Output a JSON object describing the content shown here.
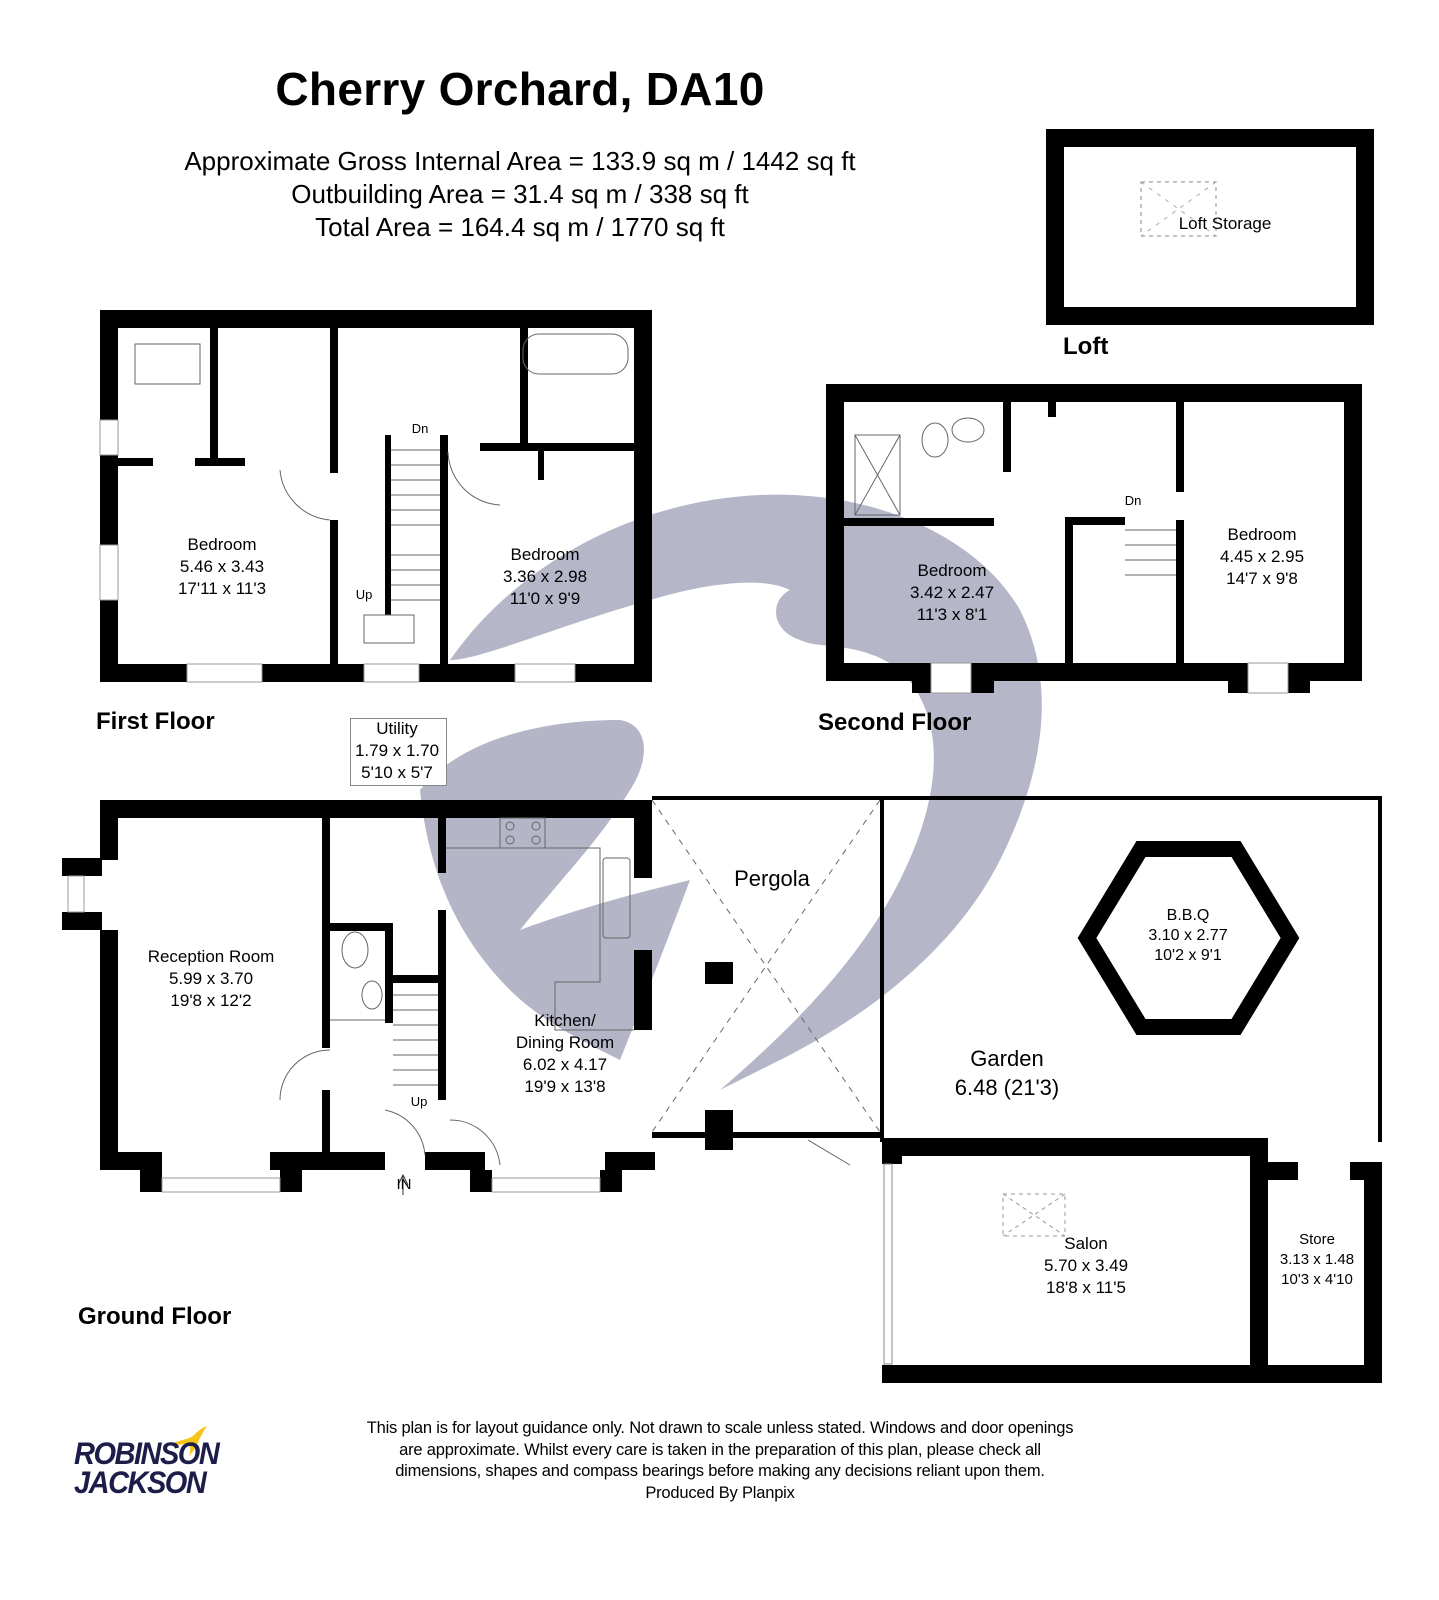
{
  "header": {
    "title": "Cherry Orchard, DA10",
    "areas": [
      "Approximate Gross Internal Area = 133.9 sq m / 1442 sq ft",
      "Outbuilding Area = 31.4 sq m / 338 sq ft",
      "Total Area = 164.4 sq m / 1770 sq ft"
    ]
  },
  "floors": {
    "loft": {
      "label": "Loft",
      "rooms": [
        {
          "name": "Loft Storage"
        }
      ]
    },
    "first_floor": {
      "label": "First Floor",
      "stairs": {
        "down": "Dn",
        "up": "Up"
      },
      "rooms": [
        {
          "name": "Bedroom",
          "metric": "5.46 x 3.43",
          "imperial": "17'11 x 11'3"
        },
        {
          "name": "Bedroom",
          "metric": "3.36 x 2.98",
          "imperial": "11'0 x 9'9"
        }
      ]
    },
    "second_floor": {
      "label": "Second Floor",
      "stairs": {
        "down": "Dn"
      },
      "rooms": [
        {
          "name": "Bedroom",
          "metric": "3.42 x 2.47",
          "imperial": "11'3 x 8'1"
        },
        {
          "name": "Bedroom",
          "metric": "4.45 x 2.95",
          "imperial": "14'7 x 9'8"
        }
      ]
    },
    "ground_floor": {
      "label": "Ground Floor",
      "stairs": {
        "up": "Up"
      },
      "entrance": "IN",
      "rooms": [
        {
          "name": "Reception Room",
          "metric": "5.99 x 3.70",
          "imperial": "19'8 x 12'2"
        },
        {
          "name": "Utility",
          "metric": "1.79 x 1.70",
          "imperial": "5'10 x 5'7"
        },
        {
          "name": "Kitchen/",
          "name2": "Dining Room",
          "metric": "6.02 x 4.17",
          "imperial": "19'9 x 13'8"
        },
        {
          "name": "Pergola"
        },
        {
          "name": "Garden",
          "metric": "6.48 (21'3)"
        },
        {
          "name": "B.B.Q",
          "metric": "3.10 x 2.77",
          "imperial": "10'2 x 9'1"
        },
        {
          "name": "Salon",
          "metric": "5.70 x 3.49",
          "imperial": "18'8 x 11'5"
        },
        {
          "name": "Store",
          "metric": "3.13 x 1.48",
          "imperial": "10'3 x 4'10"
        }
      ]
    }
  },
  "footer": {
    "disclaimer": [
      "This plan is for layout guidance only. Not drawn to scale unless stated. Windows and door openings",
      "are approximate. Whilst every care is taken in the preparation of this plan, please check all",
      "dimensions, shapes and compass bearings before making any decisions reliant upon them.",
      "Produced By Planpix"
    ],
    "logo": {
      "line1": "ROBINSON",
      "line2": "JACKSON",
      "swallow_color": "#f5c518",
      "text_color": "#1d1d4a"
    }
  },
  "colors": {
    "wall": "#000000",
    "watermark": "#a9a9bf"
  }
}
